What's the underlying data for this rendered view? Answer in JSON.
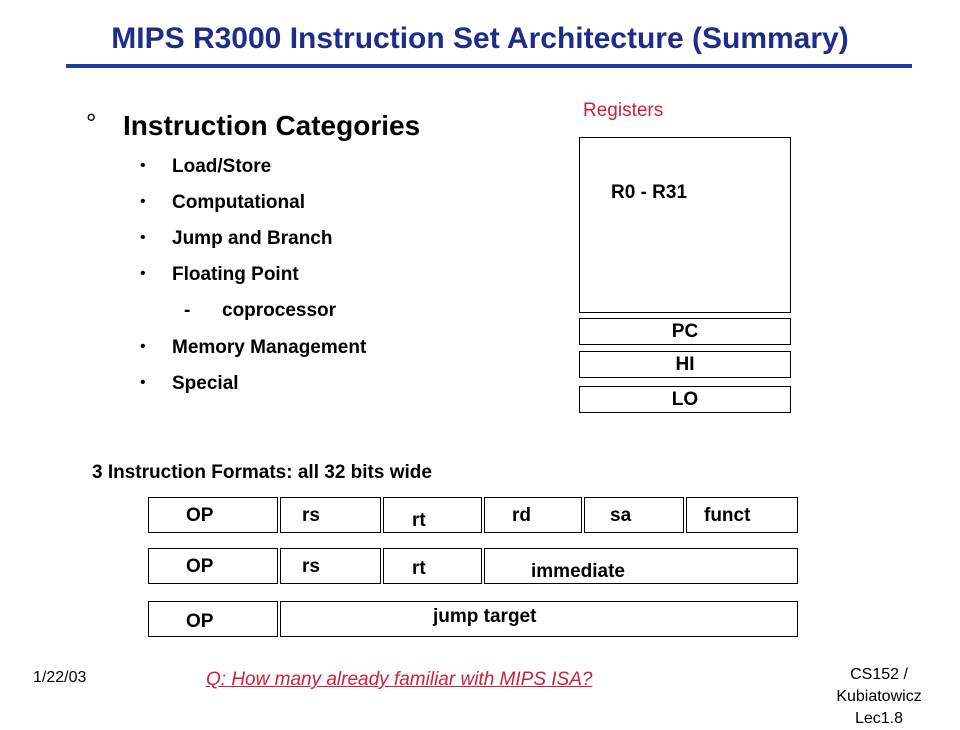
{
  "slide": {
    "title": "MIPS R3000 Instruction Set Architecture (Summary)"
  },
  "categories": {
    "marker": "°",
    "heading": "Instruction Categories",
    "bullet": "•",
    "dash": "-",
    "items": [
      "Load/Store",
      "Computational",
      "Jump and Branch",
      "Floating Point",
      "coprocessor",
      "Memory Management",
      "Special"
    ]
  },
  "registers": {
    "label": "Registers",
    "file": "R0 - R31",
    "pc": "PC",
    "hi": "HI",
    "lo": "LO"
  },
  "formats": {
    "heading": "3 Instruction Formats: all 32 bits wide",
    "r_type": {
      "op": "OP",
      "rs": "rs",
      "rt": "rt",
      "rd": "rd",
      "sa": "sa",
      "funct": "funct"
    },
    "i_type": {
      "op": "OP",
      "rs": "rs",
      "rt": "rt",
      "imm": "immediate"
    },
    "j_type": {
      "op": "OP",
      "target": "jump target"
    }
  },
  "footer": {
    "question": "Q: How many already familiar with MIPS ISA?",
    "date": "1/22/03",
    "course": "CS152 / Kubiatowicz",
    "lecture": "Lec1.8"
  },
  "colors": {
    "title": "#1f2d8a",
    "title_rule": "#1f3fa0",
    "accent_red": "#cc1f3c"
  }
}
